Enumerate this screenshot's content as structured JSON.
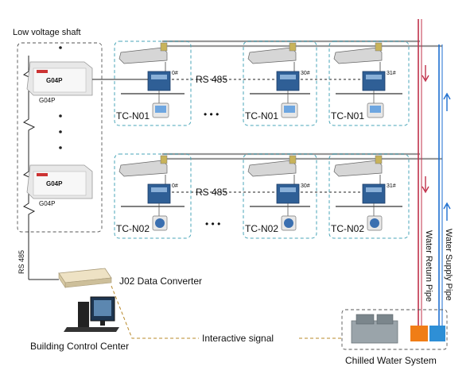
{
  "labels": {
    "low_voltage_shaft": "Low voltage shaft",
    "g04p_device_text": "G04P",
    "g04p_caption": "G04P",
    "rs485_bus": "RS 485",
    "rs485_vertical": "RS 485",
    "tc_n01": "TC-N01",
    "tc_n02": "TC-N02",
    "ellipsis": "• • •",
    "unit_0": "0#",
    "unit_30": "30#",
    "unit_31": "31#",
    "j02_converter": "J02 Data Converter",
    "building_control_center": "Building Control Center",
    "interactive_signal": "Interactive signal",
    "chilled_water_system": "Chilled Water System",
    "water_return_pipe": "Water Return Pipe",
    "water_supply_pipe": "Water Supply Pipe"
  },
  "colors": {
    "dashed_zone": "#4aa6b8",
    "return_pipe": "#c0304a",
    "supply_pipe": "#1e6fd0",
    "signal_line": "#b8892a",
    "orange_block": "#f07d16",
    "blue_block": "#2e8fd6"
  }
}
